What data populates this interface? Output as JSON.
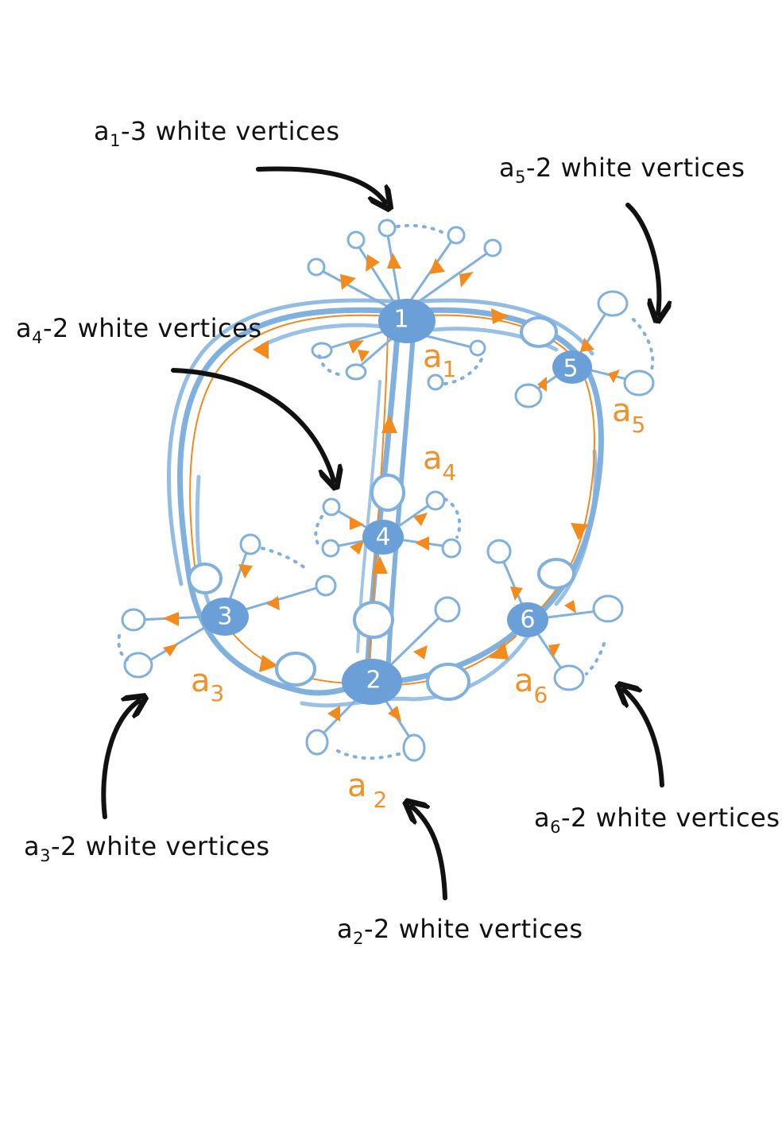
{
  "callouts": [
    {
      "id": "a1",
      "var": "a",
      "sub": "1",
      "text": "-3 white vertices"
    },
    {
      "id": "a5",
      "var": "a",
      "sub": "5",
      "text": "-2 white vertices"
    },
    {
      "id": "a4",
      "var": "a",
      "sub": "4",
      "text": "-2 white vertices"
    },
    {
      "id": "a3",
      "var": "a",
      "sub": "3",
      "text": "-2 white vertices"
    },
    {
      "id": "a6",
      "var": "a",
      "sub": "6",
      "text": "-2 white vertices"
    },
    {
      "id": "a2",
      "var": "a",
      "sub": "2",
      "text": "-2 white vertices"
    }
  ],
  "vertices": [
    {
      "label": "1",
      "region_var": "a",
      "region_sub": "1"
    },
    {
      "label": "2",
      "region_var": "a",
      "region_sub": "2"
    },
    {
      "label": "3",
      "region_var": "a",
      "region_sub": "3"
    },
    {
      "label": "4",
      "region_var": "a",
      "region_sub": "4"
    },
    {
      "label": "5",
      "region_var": "a",
      "region_sub": "5"
    },
    {
      "label": "6",
      "region_var": "a",
      "region_sub": "6"
    }
  ],
  "colors": {
    "edge_blue": "#7fb0de",
    "vertex_blue": "#6a9fd8",
    "arrow_orange": "#f28a1c",
    "label_orange": "#f0922a",
    "callout_black": "#111111"
  }
}
